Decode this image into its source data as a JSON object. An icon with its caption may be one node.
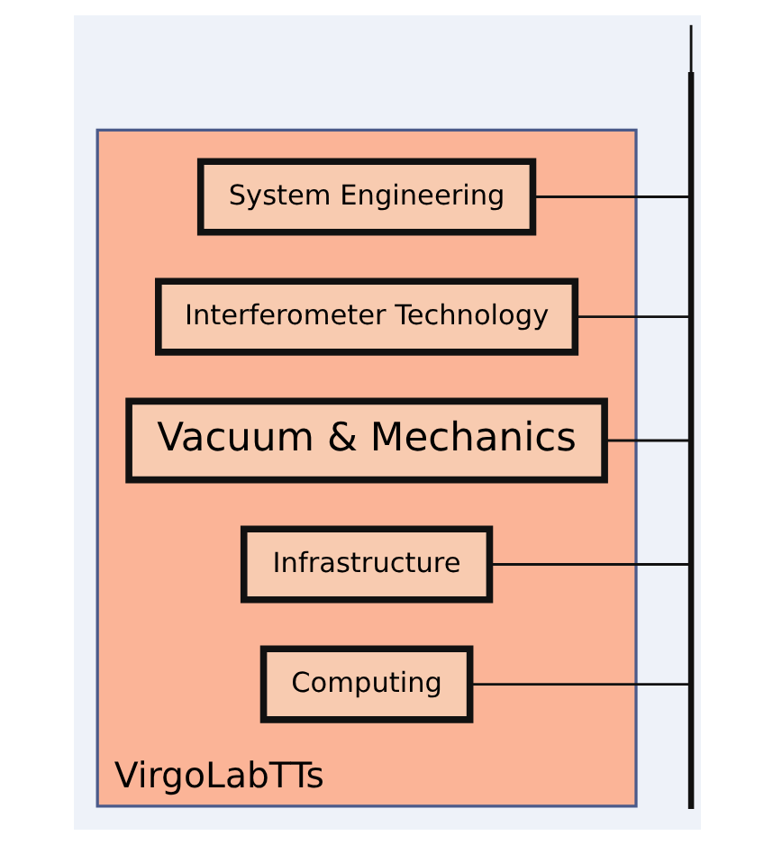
{
  "diagram": {
    "nodes": [
      {
        "text": [
          "VirgoLabTTs"
        ]
      },
      {
        "text": [
          "System Engineering"
        ],
        "in": 0
      },
      {
        "text": [
          "Interferometer Technology"
        ],
        "in": 0
      },
      {
        "text": [
          "Vacuum & Mechanics"
        ],
        "in": 0
      },
      {
        "text": [
          "Infrastructure"
        ],
        "in": 0
      },
      {
        "text": [
          "Computing"
        ],
        "in": 0
      },
      {
        "text": [],
        "shape": "bar"
      }
    ],
    "edges": [
      {
        "from": null,
        "to": 6,
        "arrow": "none"
      },
      {
        "from": 6,
        "to": 1,
        "arrow": "none"
      },
      {
        "from": 6,
        "to": 2,
        "arrow": "none"
      },
      {
        "from": 6,
        "to": 3,
        "arrow": "none"
      },
      {
        "from": 6,
        "to": 4,
        "arrow": "none"
      },
      {
        "from": 6,
        "to": 5,
        "arrow": "none"
      }
    ]
  }
}
